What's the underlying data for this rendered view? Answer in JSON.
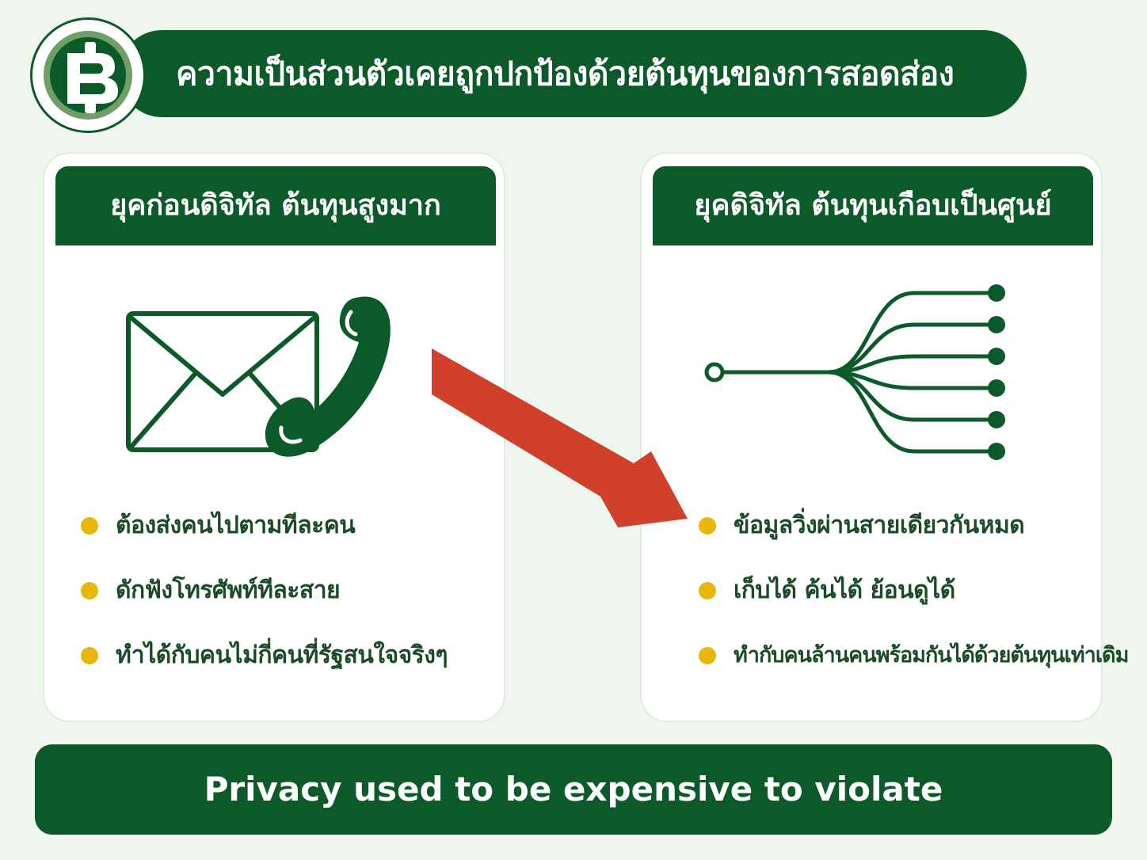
{
  "header": {
    "title": "ความเป็นส่วนตัวเคยถูกปกป้องด้วยต้นทุนของการสอดส่อง",
    "logo_icon": "baht-icon"
  },
  "left_panel": {
    "title": "ยุคก่อนดิจิทัล ต้นทุนสูงมาก",
    "icons": [
      "envelope-icon",
      "phone-icon"
    ],
    "bullets": [
      "ต้องส่งคนไปตามทีละคน",
      "ดักฟังโทรศัพท์ทีละสาย",
      "ทำได้กับคนไม่กี่คนที่รัฐสนใจจริงๆ"
    ]
  },
  "right_panel": {
    "title": "ยุคดิจิทัล ต้นทุนเกือบเป็นศูนย์",
    "icons": [
      "network-branch-icon"
    ],
    "bullets": [
      "ข้อมูลวิ่งผ่านสายเดียวกันหมด",
      "เก็บได้ ค้นได้ ย้อนดูได้",
      "ทำกับคนล้านคนพร้อมกันได้ด้วยต้นทุนเท่าเดิม"
    ]
  },
  "footer": {
    "caption": "Privacy used to be expensive to violate"
  },
  "colors": {
    "primary_green": "#0c5a2a",
    "accent_yellow": "#e8b70c",
    "arrow_red": "#d0402b",
    "background": "#eef6ee"
  }
}
